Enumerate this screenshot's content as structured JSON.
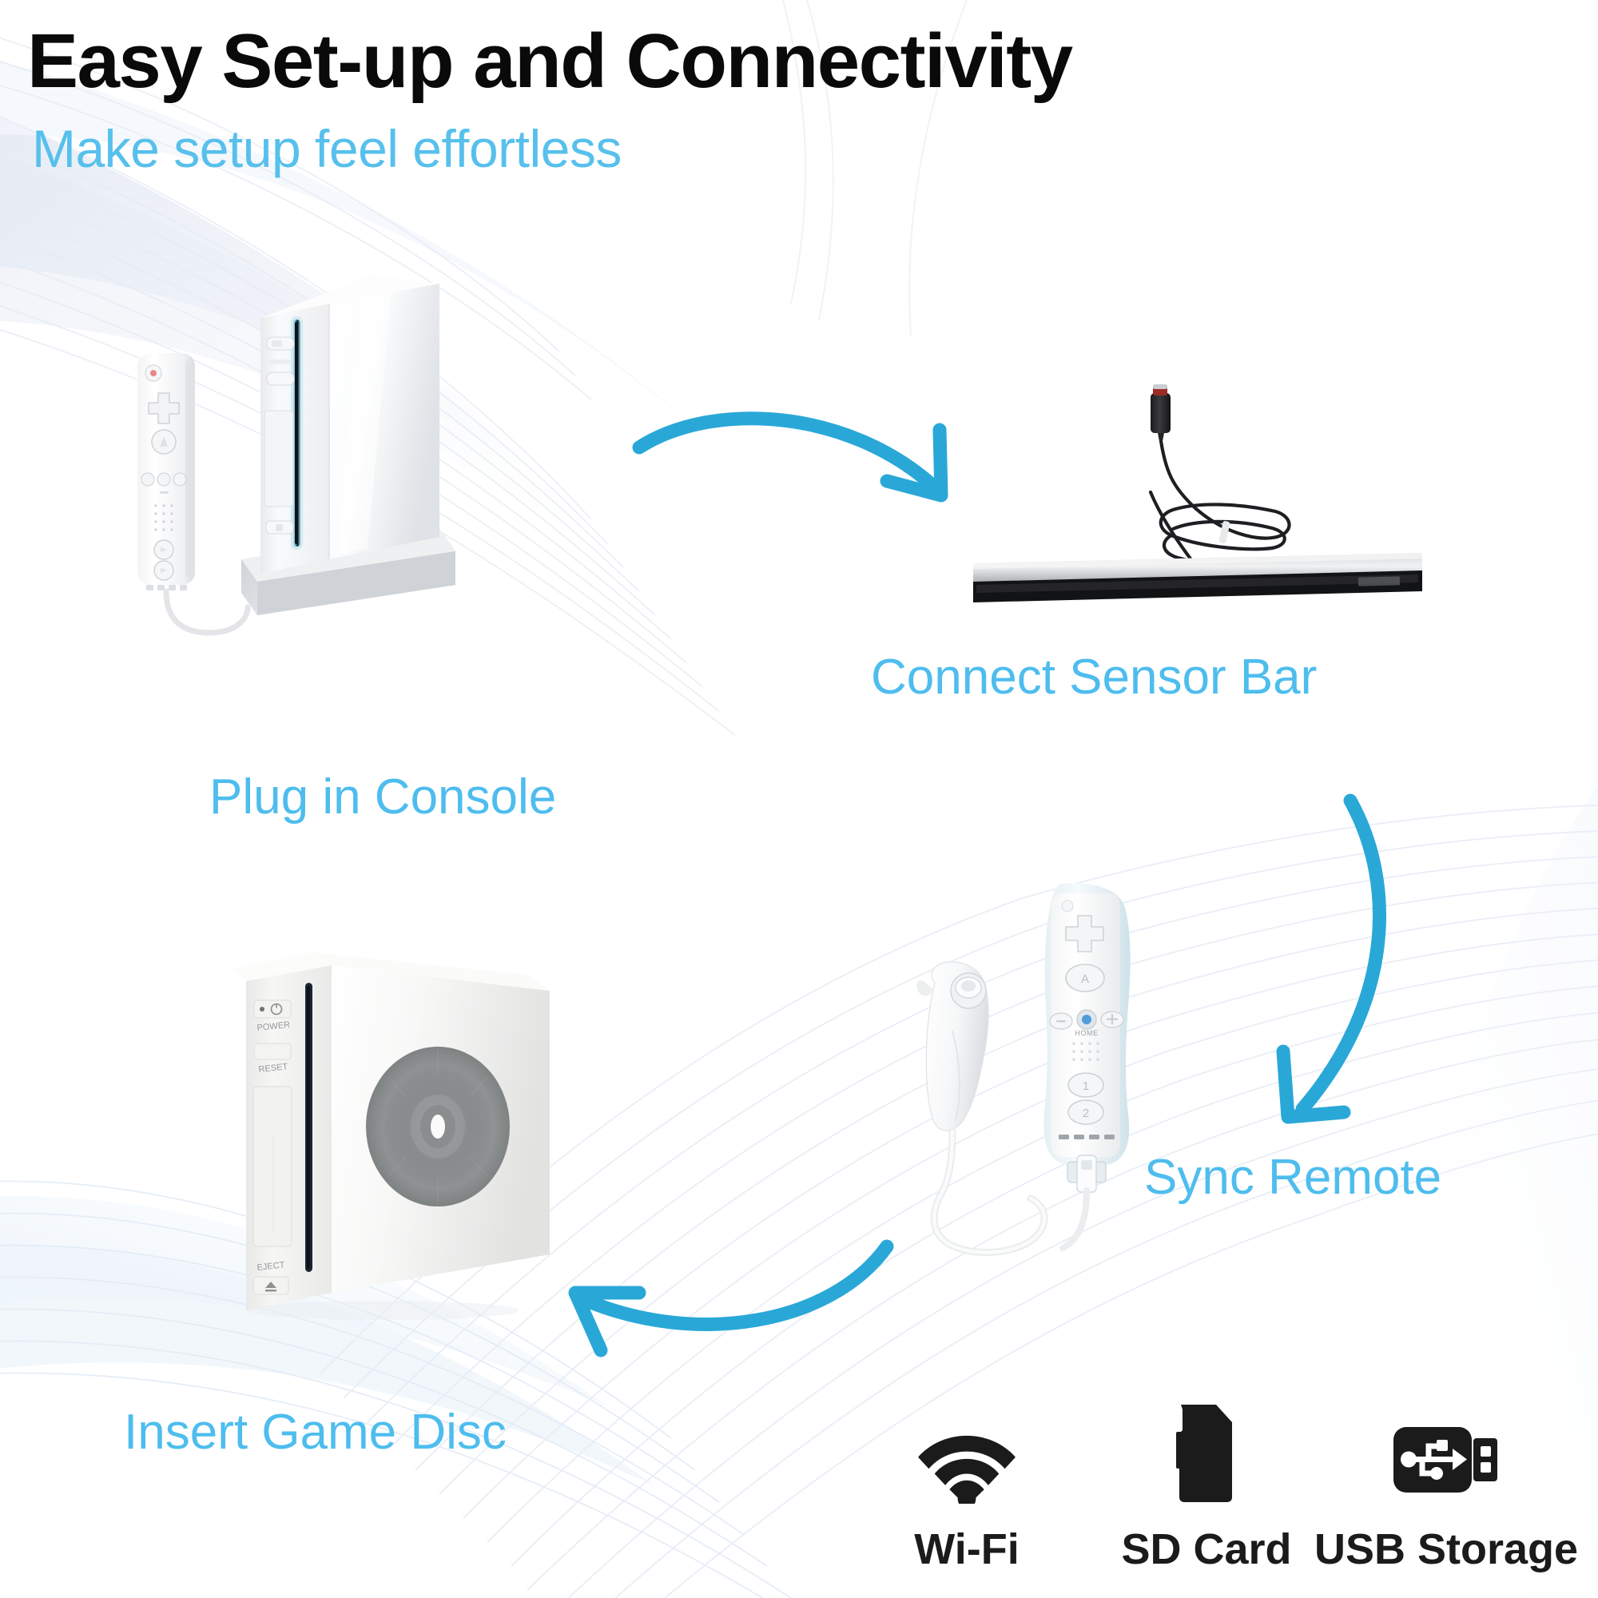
{
  "header": {
    "title": "Easy Set-up and Connectivity",
    "subtitle": "Make setup feel effortless"
  },
  "accent_colors": {
    "title_black": "#0a0a0a",
    "accent_blue": "#4ebdee",
    "arrow_blue": "#29a8d8",
    "icon_black": "#1b1b1b",
    "background": "#ffffff",
    "wave_blue": "#dce9f5"
  },
  "steps": [
    {
      "id": "plug-in-console",
      "label": "Plug in Console",
      "artwork": "wii-console-with-remote"
    },
    {
      "id": "connect-sensor-bar",
      "label": "Connect Sensor Bar",
      "artwork": "wii-sensor-bar-with-cable"
    },
    {
      "id": "sync-remote",
      "label": "Sync Remote",
      "artwork": "wii-remote-with-nunchuk"
    },
    {
      "id": "insert-game-disc",
      "label": "Insert Game Disc",
      "artwork": "wii-console-with-disc"
    }
  ],
  "flow_arrows": [
    {
      "id": "arrow-console-to-sensorbar",
      "icon": "curved-arrow-right-icon"
    },
    {
      "id": "arrow-sensorbar-to-remote",
      "icon": "curved-arrow-down-icon"
    },
    {
      "id": "arrow-remote-to-disc",
      "icon": "curved-arrow-left-icon"
    }
  ],
  "features": [
    {
      "id": "wifi",
      "label": "Wi-Fi",
      "icon": "wifi-icon"
    },
    {
      "id": "sd-card",
      "label": "SD Card",
      "icon": "sd-card-icon"
    },
    {
      "id": "usb",
      "label": "USB Storage",
      "icon": "usb-storage-icon"
    }
  ],
  "console_markings": {
    "power": "POWER",
    "reset": "RESET",
    "eject": "EJECT"
  }
}
